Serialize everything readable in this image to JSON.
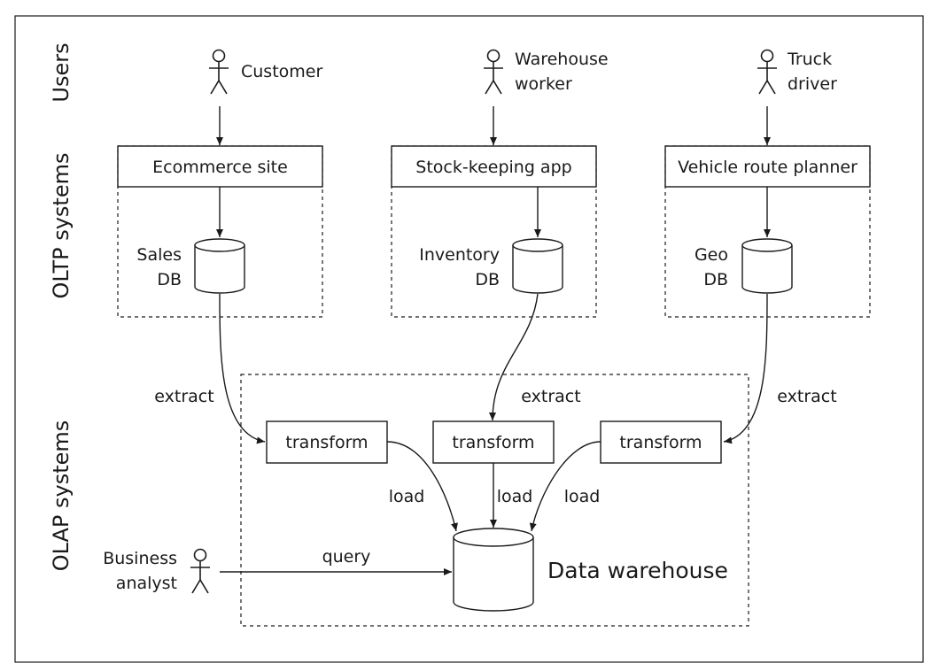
{
  "bands": {
    "users": "Users",
    "oltp": "OLTP systems",
    "olap": "OLAP systems"
  },
  "users": {
    "customer": "Customer",
    "warehouse_worker": [
      "Warehouse",
      "worker"
    ],
    "truck_driver": [
      "Truck",
      "driver"
    ],
    "business_analyst": [
      "Business",
      "analyst"
    ]
  },
  "oltp_apps": {
    "ecommerce": "Ecommerce site",
    "stock": "Stock-keeping app",
    "route": "Vehicle route planner"
  },
  "databases": {
    "sales": [
      "Sales",
      "DB"
    ],
    "inventory": [
      "Inventory",
      "DB"
    ],
    "geo": [
      "Geo",
      "DB"
    ],
    "warehouse": "Data warehouse"
  },
  "etl": {
    "transform": "transform",
    "extract": "extract",
    "load": "load",
    "query": "query"
  }
}
